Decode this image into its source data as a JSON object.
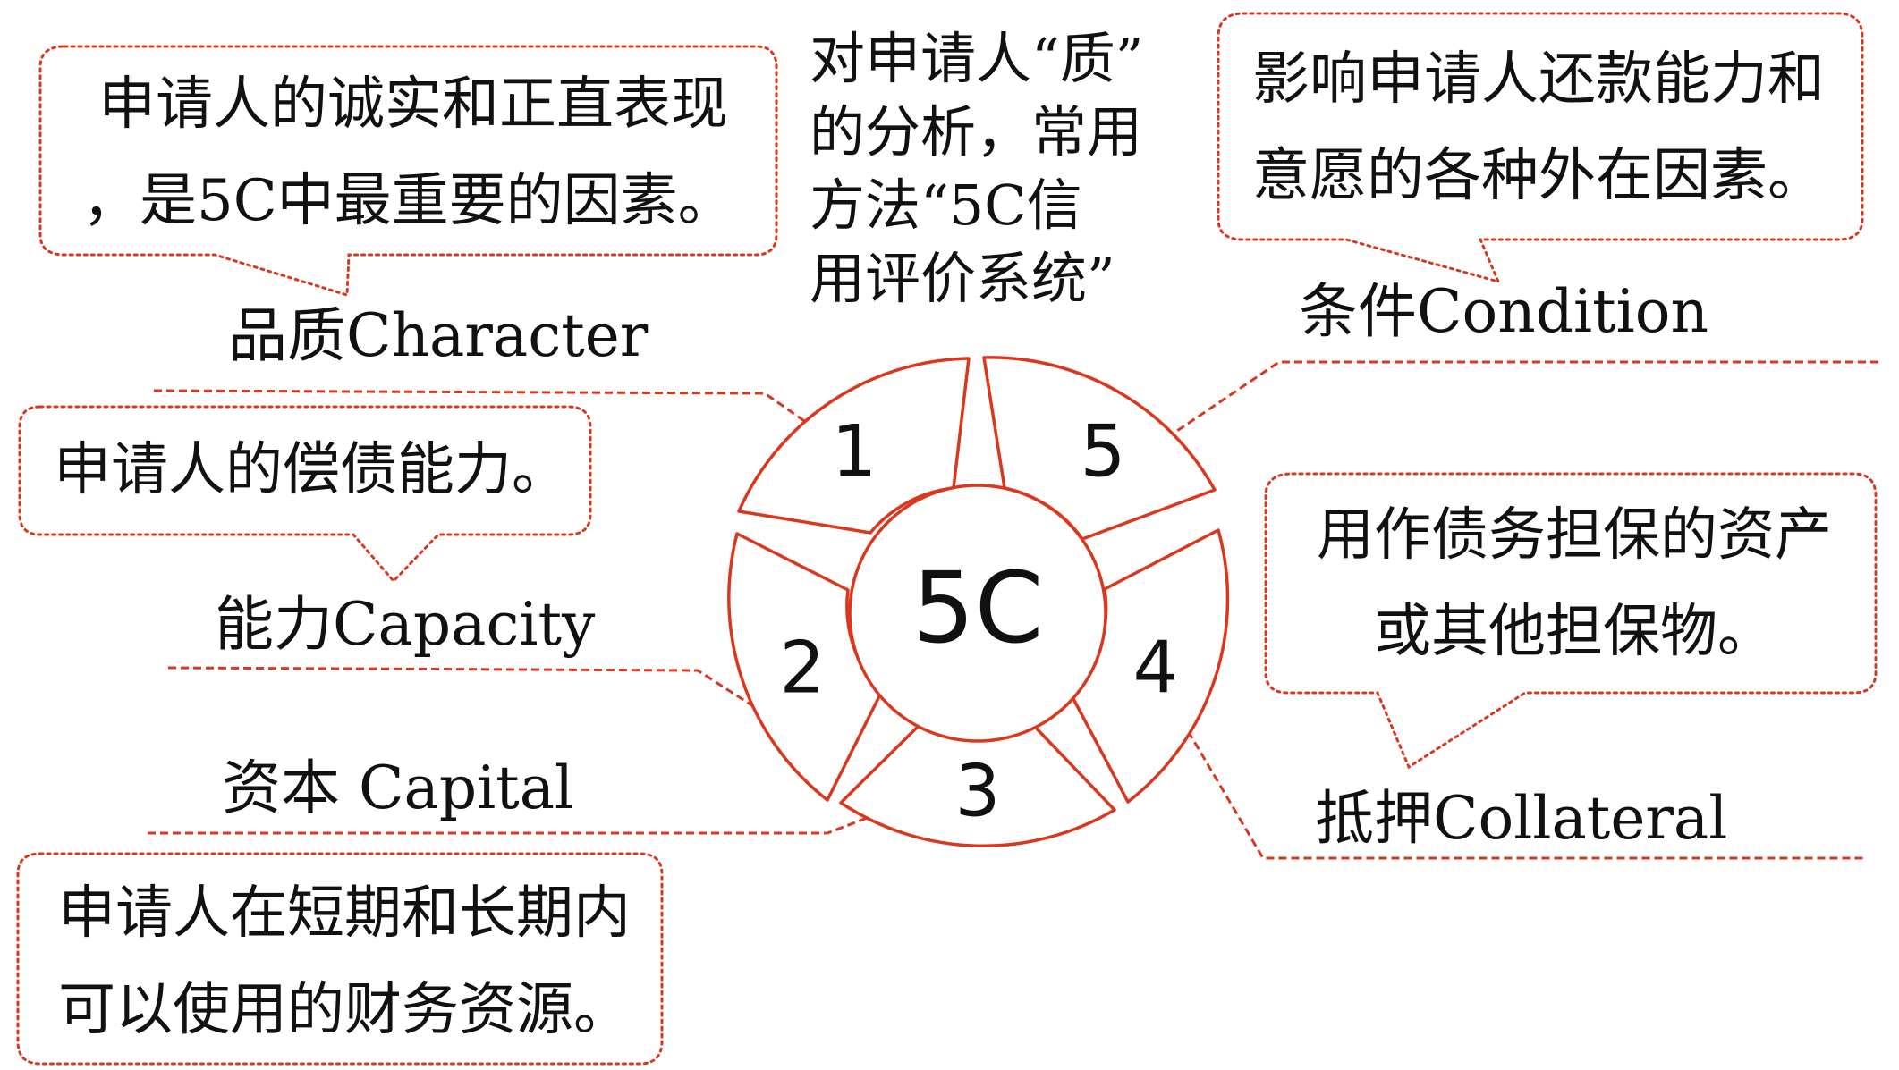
{
  "title_lines": [
    "对申请人“质”",
    "的分析，常用",
    "方法“5C信",
    "用评价系统”"
  ],
  "center": "5C",
  "items": [
    {
      "num": "1",
      "label": "品质Character",
      "desc_lines": [
        "申请人的诚实和正直表现",
        "，是5C中最重要的因素。"
      ]
    },
    {
      "num": "2",
      "label": "能力Capacity",
      "desc_lines": [
        "申请人的偿债能力。"
      ]
    },
    {
      "num": "3",
      "label": "资本 Capital",
      "desc_lines": [
        "申请人在短期和长期内",
        "可以使用的财务资源。"
      ]
    },
    {
      "num": "4",
      "label": "抵押Collateral",
      "desc_lines": [
        "用作债务担保的资产",
        "或其他担保物。"
      ]
    },
    {
      "num": "5",
      "label": "条件Condition",
      "desc_lines": [
        "影响申请人还款能力和",
        "意愿的各种外在因素。"
      ]
    }
  ],
  "colors": {
    "accent": "#d9381e",
    "text": "#111111",
    "background": "#ffffff"
  }
}
